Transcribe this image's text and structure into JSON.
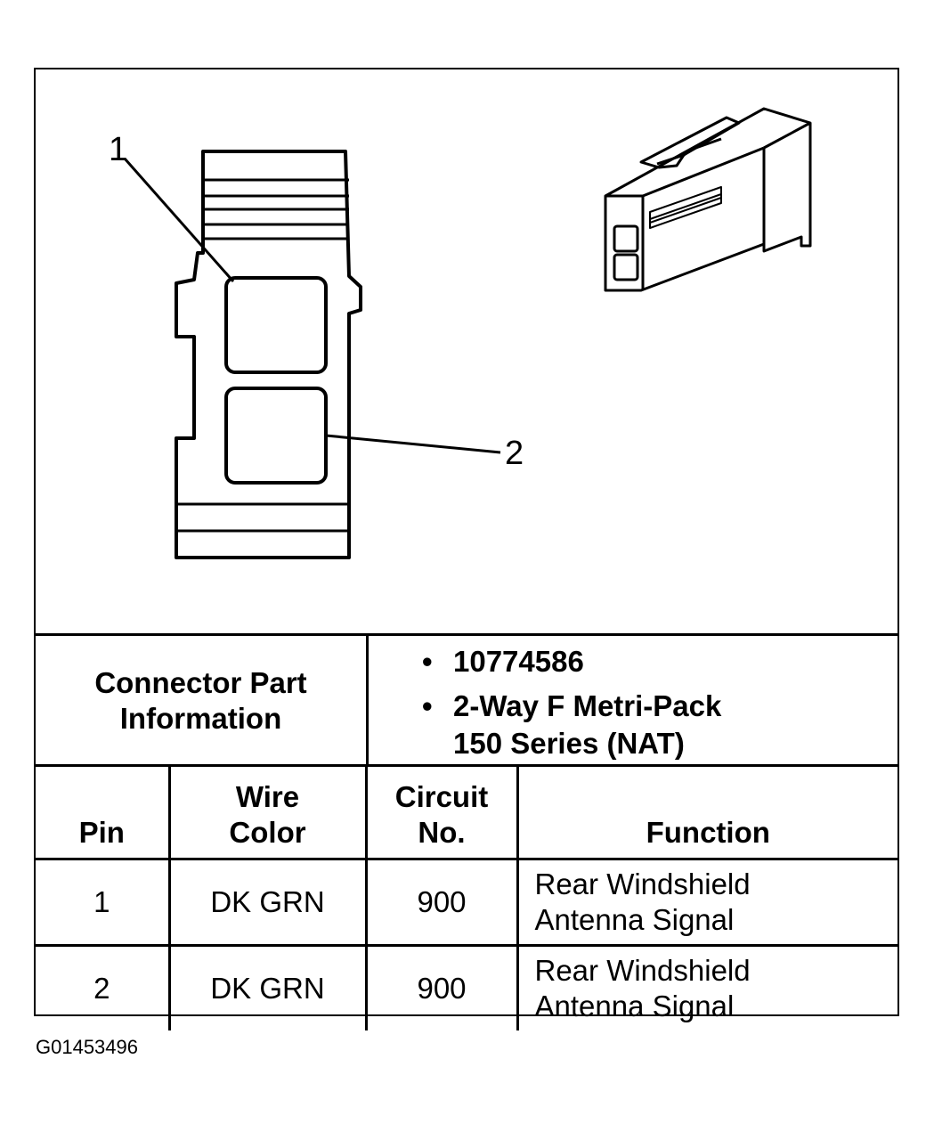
{
  "callouts": {
    "pin1": "1",
    "pin2": "2"
  },
  "connector_info": {
    "label_line1": "Connector Part",
    "label_line2": "Information",
    "part_number": "10774586",
    "description_line1": "2-Way F Metri-Pack",
    "description_line2": "150 Series (NAT)",
    "bullet": "•"
  },
  "pin_table": {
    "headers": {
      "pin": "Pin",
      "wire_line1": "Wire",
      "wire_line2": "Color",
      "circuit_line1": "Circuit",
      "circuit_line2": "No.",
      "function": "Function"
    },
    "rows": [
      {
        "pin": "1",
        "wire": "DK GRN",
        "circuit": "900",
        "function_line1": "Rear Windshield",
        "function_line2": "Antenna Signal"
      },
      {
        "pin": "2",
        "wire": "DK GRN",
        "circuit": "900",
        "function_line1": "Rear Windshield",
        "function_line2": "Antenna Signal"
      }
    ]
  },
  "figure_id": "G01453496"
}
